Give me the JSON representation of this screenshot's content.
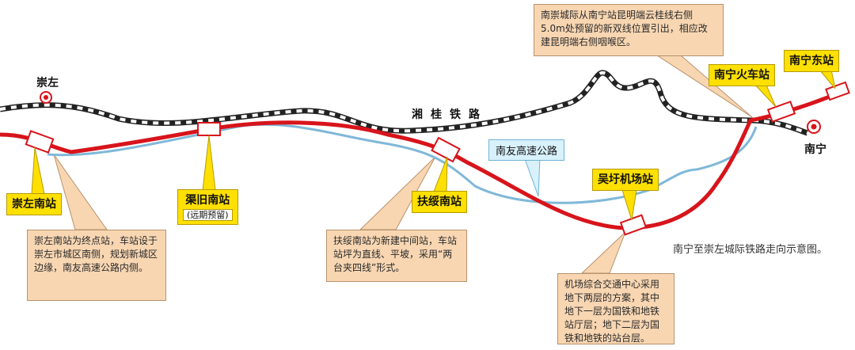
{
  "cities": {
    "chongzuo": "崇左",
    "nanning": "南宁"
  },
  "lines": {
    "xianggui_railway": "湘桂铁路",
    "nanyou_expressway": "南友高速公路"
  },
  "stations": {
    "chongzuo_south": "崇左南站",
    "quju_south": "渠旧南站",
    "quju_south_note": "(远期预留)",
    "fusui_south": "扶绥南站",
    "wuxu_airport": "吴圩机场站",
    "nanning_station": "南宁火车站",
    "nanning_east": "南宁东站"
  },
  "notes": {
    "chongzuo_south": "崇左南站为终点站，车站设于崇左市城区南侧，规划新城区边缘，南友高速公路内侧。",
    "fusui_south": "扶绥南站为新建中间站，车站站坪为直线、平坡，采用“两台夹四线”形式。",
    "wuxu_airport": "机场综合交通中心采用地下两层的方案，其中地下一层为国铁和地铁站厅层；地下二层为国铁和地铁的站台层。",
    "nanning_station": "南崇城际从南宁站昆明端云桂线右侧5.0m处预留的新双线位置引出，相应改建昆明端右侧咽喉区。"
  },
  "caption": "南宁至崇左城际铁路走向示意图。",
  "colors": {
    "new_line": "#d8141b",
    "expressway": "#7fb8d8",
    "railway_dark": "#222222",
    "label_yellow": "#ffe000",
    "note_bg": "#f8d6b2"
  }
}
